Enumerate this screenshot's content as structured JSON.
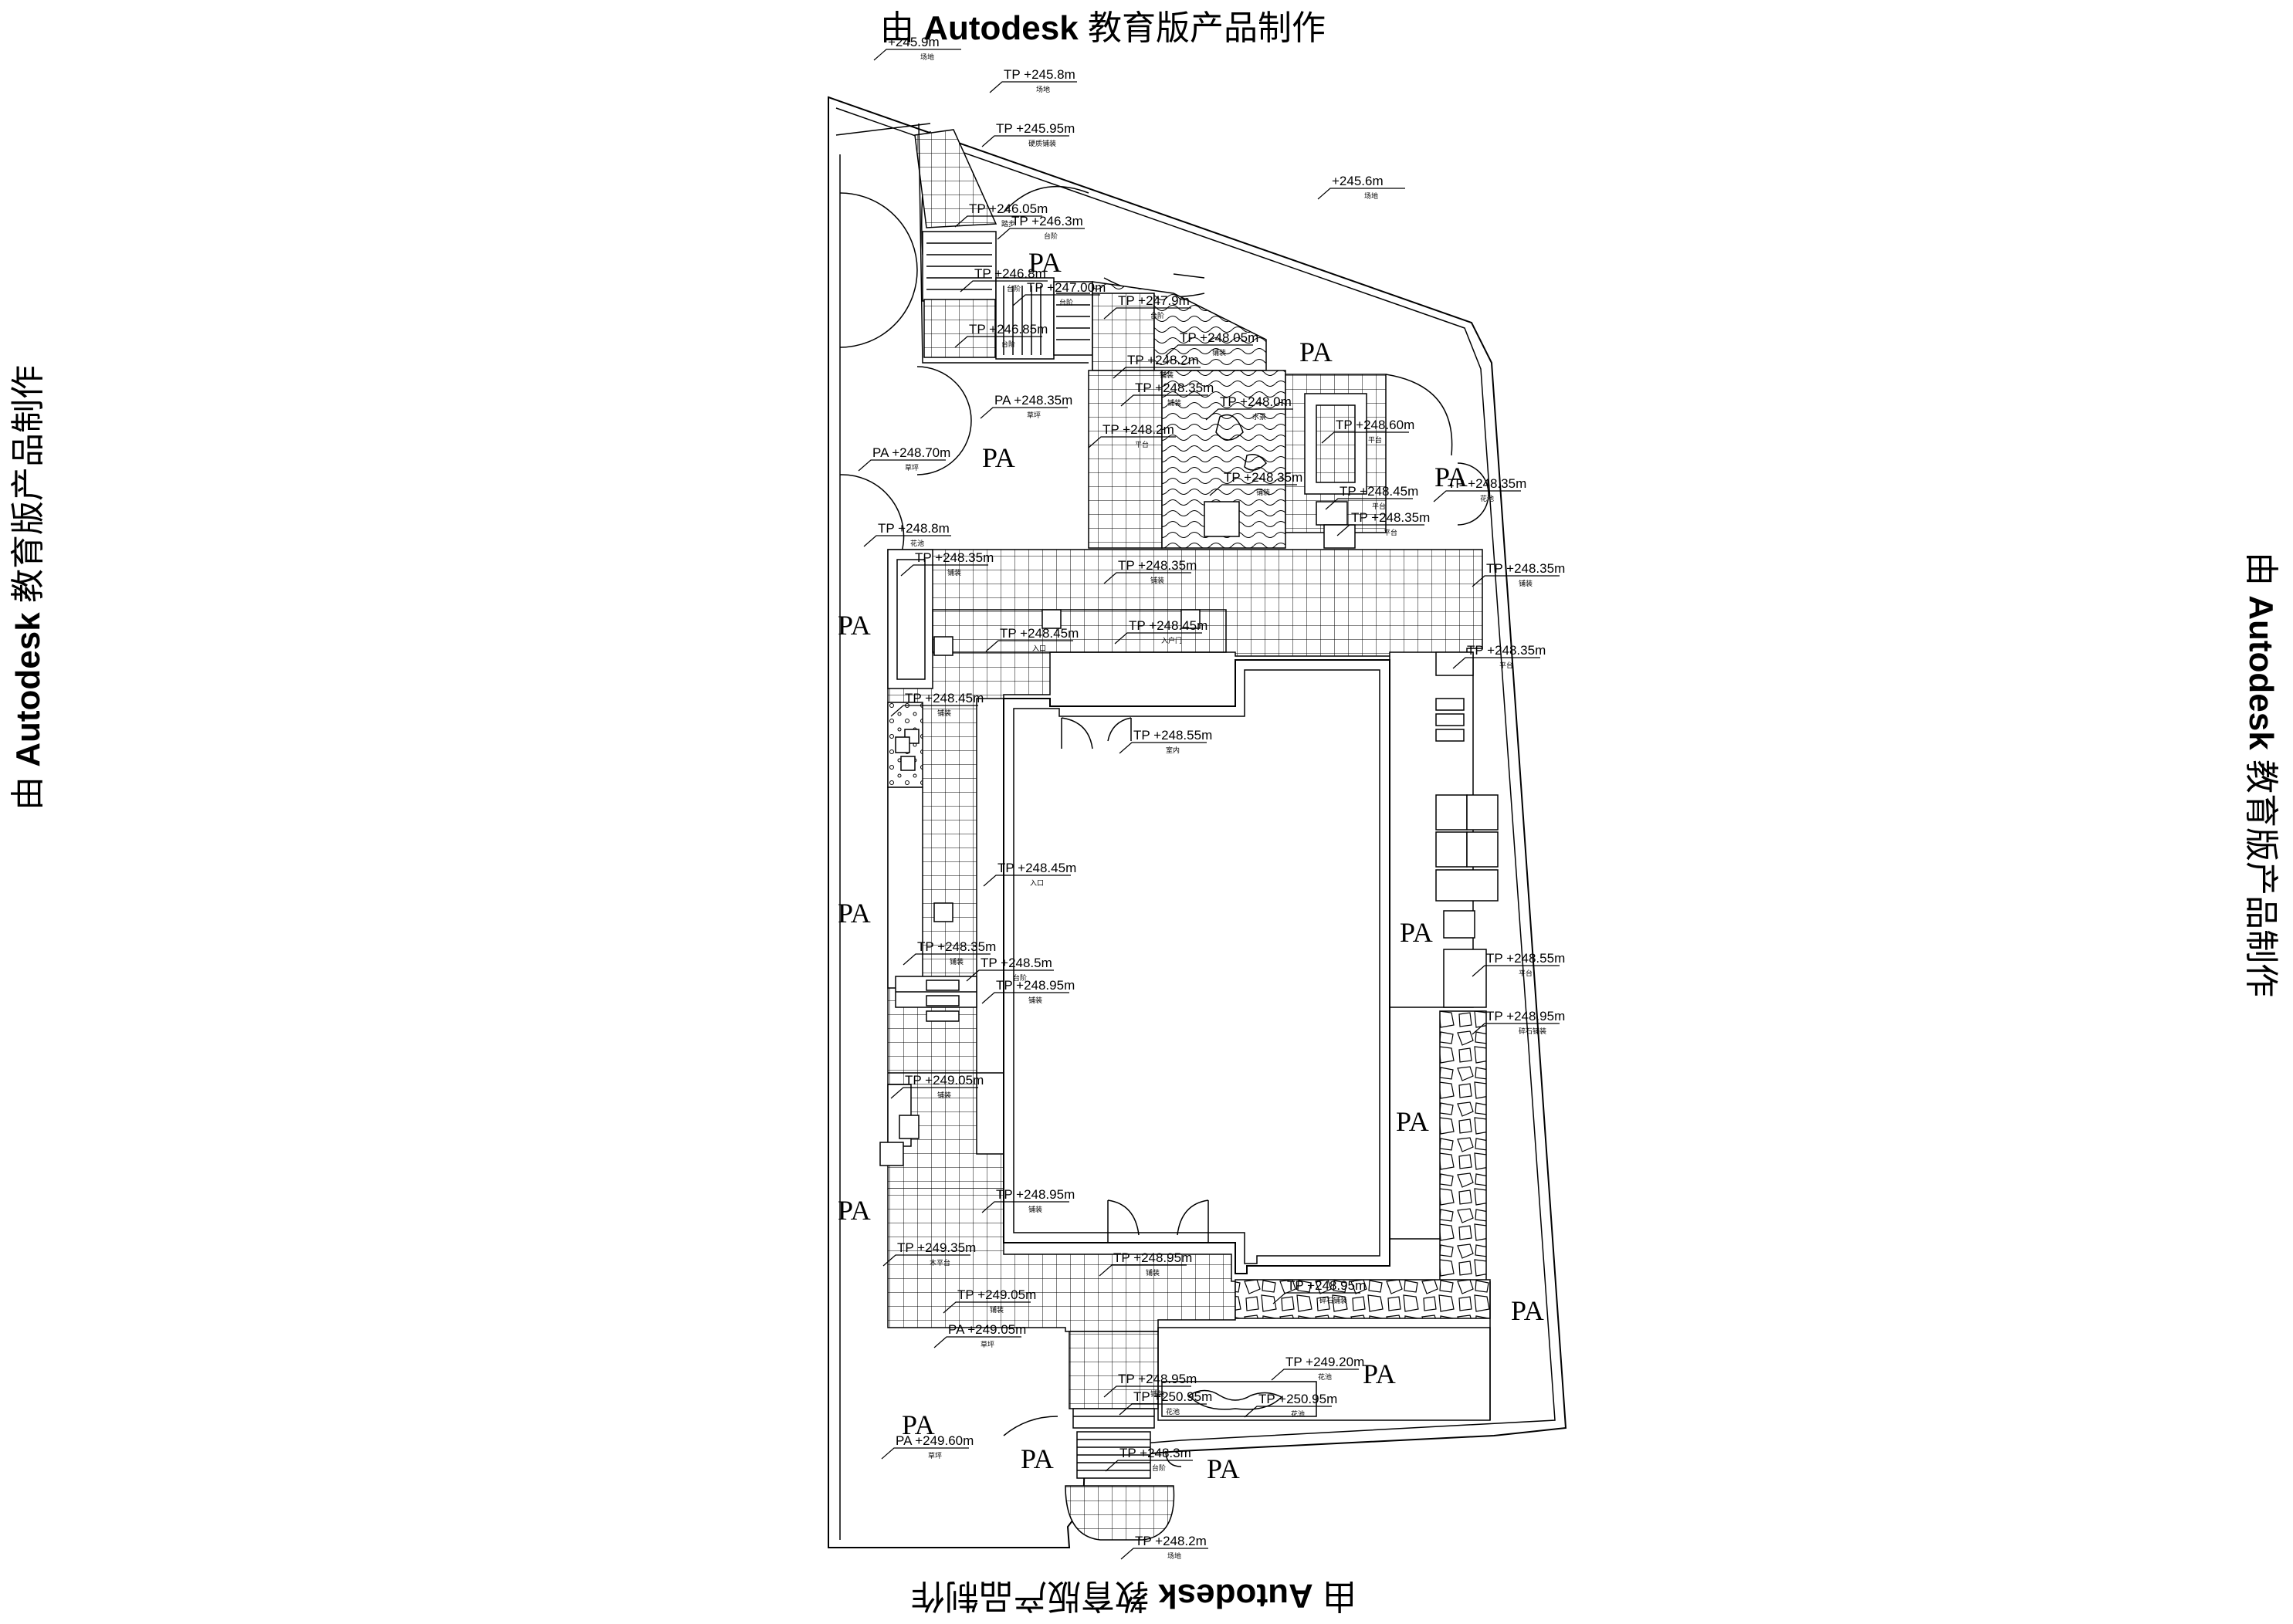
{
  "watermark": {
    "prefix": "由 ",
    "brand": "Autodesk",
    "suffix": " 教育版产品制作"
  },
  "pa_label": "PA",
  "elevations": [
    {
      "text": "+245.9m",
      "sub": "场地"
    },
    {
      "text": "TP +245.8m",
      "sub": "场地"
    },
    {
      "text": "TP +245.95m",
      "sub": "硬质铺装"
    },
    {
      "text": "+245.6m",
      "sub": "场地"
    },
    {
      "text": "TP +246.05m",
      "sub": "踏步"
    },
    {
      "text": "TP +246.3m",
      "sub": "台阶"
    },
    {
      "text": "TP +246.8m",
      "sub": "台阶"
    },
    {
      "text": "TP +247.00m",
      "sub": "台阶"
    },
    {
      "text": "TP +247.9m",
      "sub": "台阶"
    },
    {
      "text": "TP +246.85m",
      "sub": "台阶"
    },
    {
      "text": "TP +248.05m",
      "sub": "铺装"
    },
    {
      "text": "TP +248.2m",
      "sub": "铺装"
    },
    {
      "text": "PA +248.35m",
      "sub": "草坪"
    },
    {
      "text": "TP +248.35m",
      "sub": "铺装"
    },
    {
      "text": "TP +248.0m",
      "sub": "水景"
    },
    {
      "text": "TP +248.2m",
      "sub": "平台"
    },
    {
      "text": "TP +248.60m",
      "sub": "平台"
    },
    {
      "text": "PA +248.70m",
      "sub": "草坪"
    },
    {
      "text": "TP +248.35m",
      "sub": "铺装"
    },
    {
      "text": "TP +248.45m",
      "sub": "平台"
    },
    {
      "text": "TP +248.35m",
      "sub": "平台"
    },
    {
      "text": "TP +248.35m",
      "sub": "花池"
    },
    {
      "text": "TP +248.8m",
      "sub": "花池"
    },
    {
      "text": "TP +248.35m",
      "sub": "铺装"
    },
    {
      "text": "TP +248.35m",
      "sub": "铺装"
    },
    {
      "text": "TP +248.35m",
      "sub": "铺装"
    },
    {
      "text": "TP +248.45m",
      "sub": "入口"
    },
    {
      "text": "TP +248.45m",
      "sub": "入户门"
    },
    {
      "text": "TP +248.35m",
      "sub": "平台"
    },
    {
      "text": "TP +248.45m",
      "sub": "铺装"
    },
    {
      "text": "TP +248.55m",
      "sub": "室内"
    },
    {
      "text": "TP +248.45m",
      "sub": "入口"
    },
    {
      "text": "TP +248.35m",
      "sub": "铺装"
    },
    {
      "text": "TP +248.5m",
      "sub": "台阶"
    },
    {
      "text": "TP +248.55m",
      "sub": "平台"
    },
    {
      "text": "TP +248.95m",
      "sub": "铺装"
    },
    {
      "text": "TP +248.95m",
      "sub": "碎石铺装"
    },
    {
      "text": "TP +249.05m",
      "sub": "铺装"
    },
    {
      "text": "TP +248.95m",
      "sub": "铺装"
    },
    {
      "text": "TP +249.35m",
      "sub": "木平台"
    },
    {
      "text": "TP +248.95m",
      "sub": "铺装"
    },
    {
      "text": "TP +248.95m",
      "sub": "碎石铺装"
    },
    {
      "text": "TP +249.05m",
      "sub": "铺装"
    },
    {
      "text": "PA +249.05m",
      "sub": "草坪"
    },
    {
      "text": "TP +249.20m",
      "sub": "花池"
    },
    {
      "text": "TP +248.95m",
      "sub": "铺装"
    },
    {
      "text": "TP +250.95m",
      "sub": "花池"
    },
    {
      "text": "TP +250.95m",
      "sub": "花池"
    },
    {
      "text": "PA +249.60m",
      "sub": "草坪"
    },
    {
      "text": "TP +248.3m",
      "sub": "台阶"
    },
    {
      "text": "TP +248.2m",
      "sub": "场地"
    }
  ]
}
